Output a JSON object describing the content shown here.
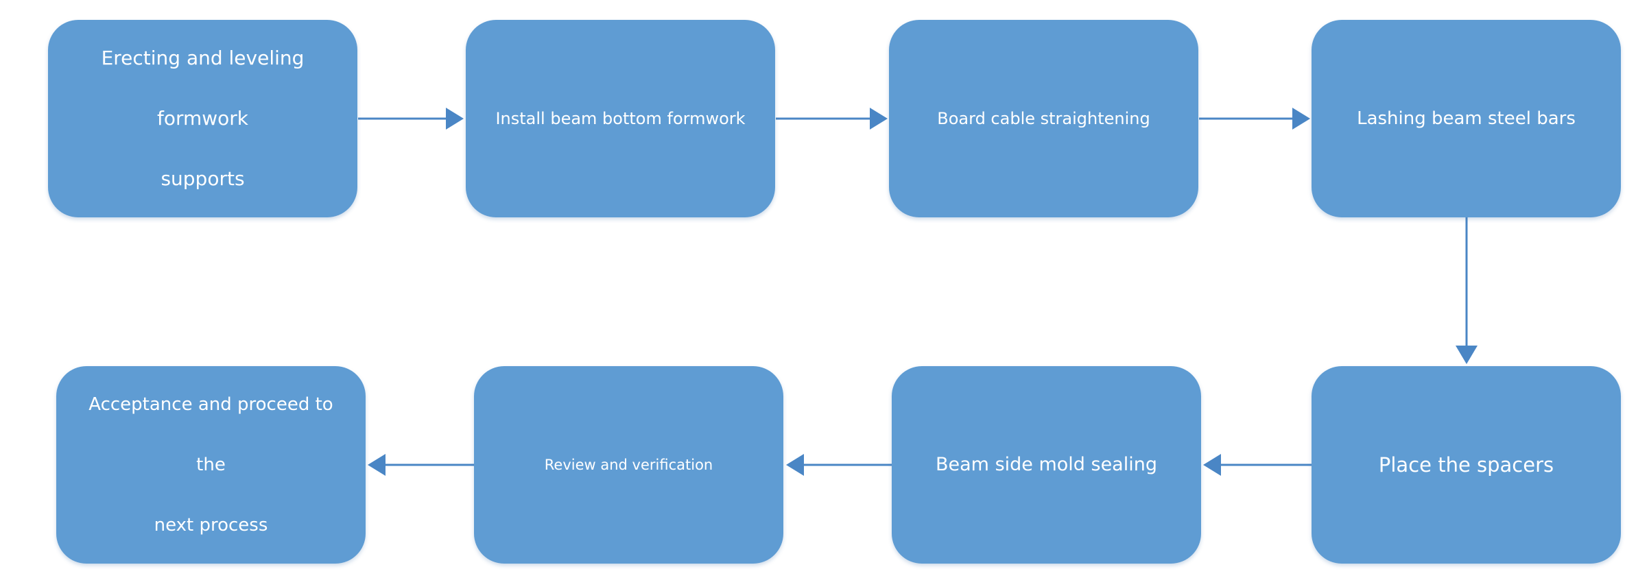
{
  "colors": {
    "node_fill": "#5f9cd3",
    "node_text": "#ffffff",
    "arrow": "#4a86c5",
    "background": "#ffffff"
  },
  "steps": [
    {
      "label": "Erecting and leveling formwork\nsupports"
    },
    {
      "label": "Install beam bottom formwork"
    },
    {
      "label": "Board cable straightening"
    },
    {
      "label": "Lashing beam steel bars"
    },
    {
      "label": "Place the spacers"
    },
    {
      "label": "Beam side mold sealing"
    },
    {
      "label": "Review and verification"
    },
    {
      "label": "Acceptance and proceed to the\nnext process"
    }
  ]
}
